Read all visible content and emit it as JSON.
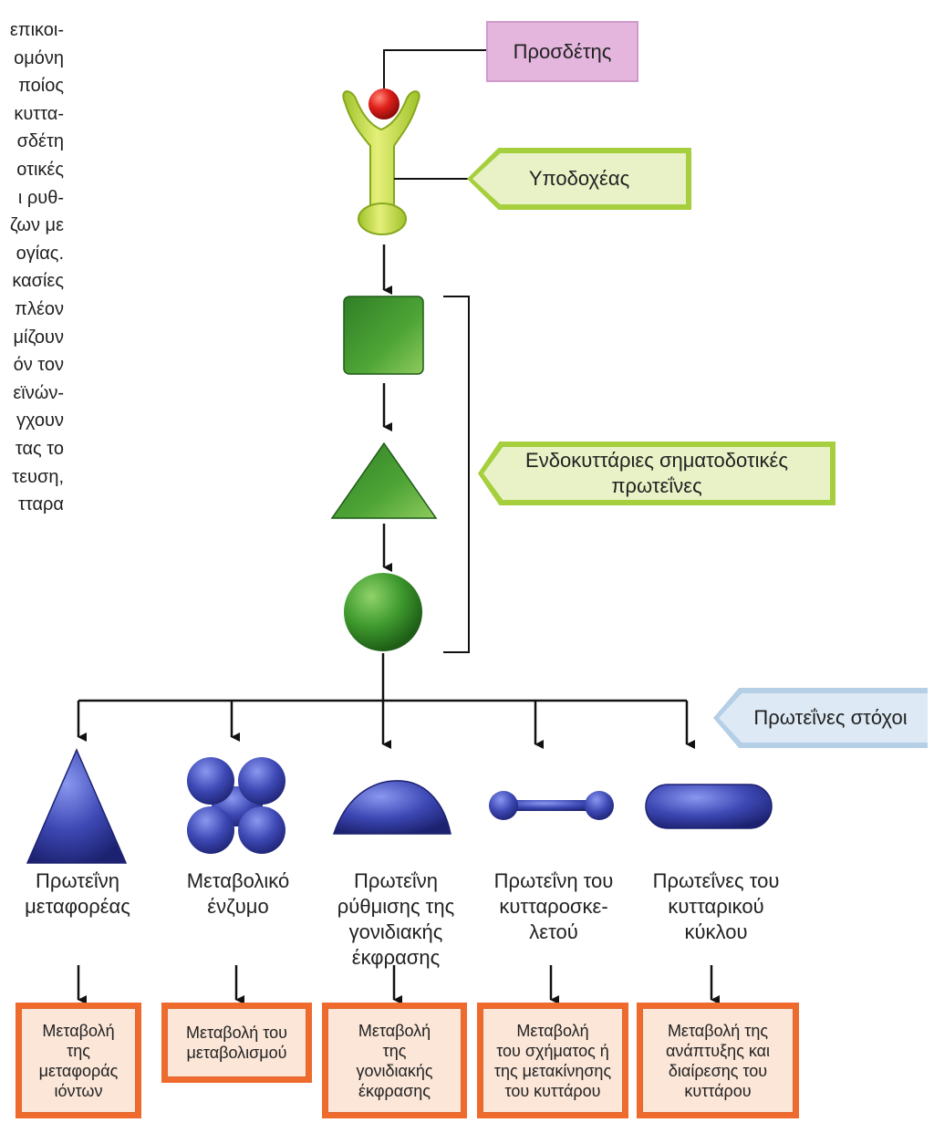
{
  "side_text": [
    "επικοι-",
    "ομόνη",
    "ποίος",
    "κυττα-",
    "σδέτη",
    "οτικές",
    "ι ρυθ-",
    "ζων με",
    "ογίας.",
    "κασίες",
    "πλέον",
    "μίζουν",
    "όν τον",
    "εϊνών-",
    "γχουν",
    "τας το",
    "τευση,",
    "τταρα"
  ],
  "labels": {
    "ligand": "Προσδέτης",
    "receptor": "Υποδοχέας",
    "intracellular_line1": "Ενδοκυττάριες σηματοδοτικές",
    "intracellular_line2": "πρωτεΐνες",
    "target_proteins": "Πρωτεΐνες στόχοι"
  },
  "targets": [
    {
      "name_lines": [
        "Πρωτεΐνη",
        "μεταφορέας"
      ],
      "effect_lines": [
        "Μεταβολή",
        "της",
        "μεταφοράς",
        "ιόντων"
      ],
      "shape": "triangle"
    },
    {
      "name_lines": [
        "Μεταβολικό",
        "ένζυμο"
      ],
      "effect_lines": [
        "Μεταβολή του",
        "μεταβολισμού"
      ],
      "shape": "four-lobed"
    },
    {
      "name_lines": [
        "Πρωτεΐνη",
        "ρύθμισης της",
        "γονιδιακής",
        "έκφρασης"
      ],
      "effect_lines": [
        "Μεταβολή",
        "της",
        "γονιδιακής",
        "έκφρασης"
      ],
      "shape": "dome"
    },
    {
      "name_lines": [
        "Πρωτεΐνη του",
        "κυτταροσκε-",
        "λετού"
      ],
      "effect_lines": [
        "Μεταβολή",
        "του σχήματος ή",
        "της μετακίνησης",
        "του κυττάρου"
      ],
      "shape": "dumbbell"
    },
    {
      "name_lines": [
        "Πρωτεΐνες του",
        "κυτταρικού",
        "κύκλου"
      ],
      "effect_lines": [
        "Μεταβολή της",
        "ανάπτυξης και",
        "διαίρεσης του",
        "κυττάρου"
      ],
      "shape": "capsule"
    }
  ],
  "colors": {
    "ligand_box": "#e4b6dd",
    "receptor": "#b5d335",
    "ligand_ball": "#e0201b",
    "signaling_green": "#3f9a2e",
    "target_blue": "#3d48b4",
    "effect_box_border": "#ef6a2d",
    "effect_box_fill": "#fbe6d8"
  }
}
